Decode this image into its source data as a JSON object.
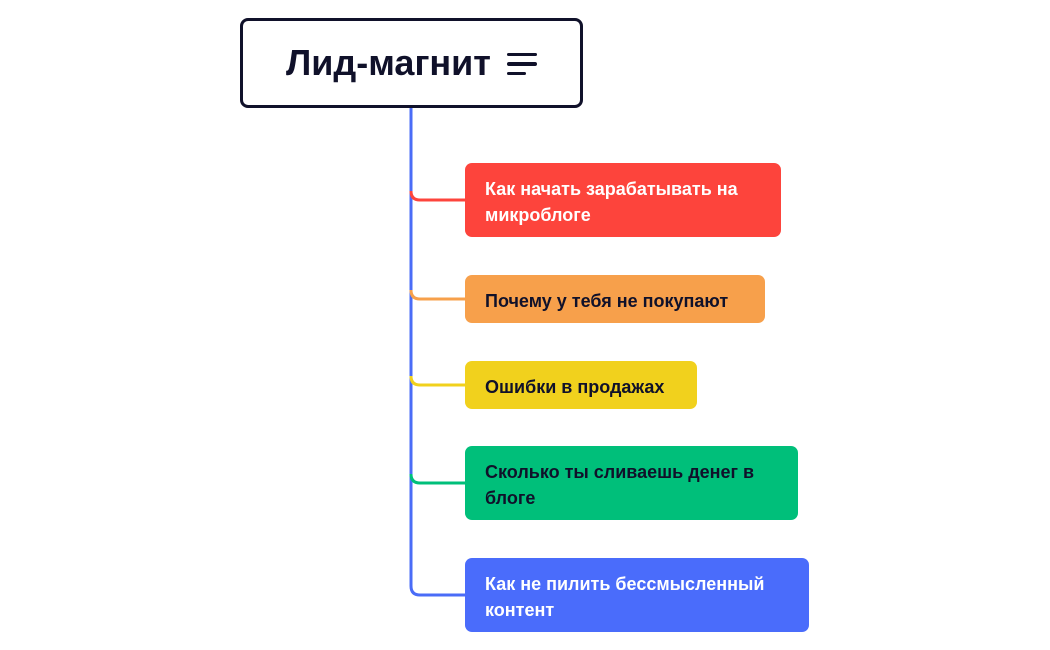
{
  "root": {
    "title": "Лид-магнит",
    "icon": "menu-lines-icon",
    "border_color": "#10112a"
  },
  "trunk_color": "#4a6cf7",
  "children": [
    {
      "label": "Как начать зарабатывать на микроблоге",
      "bg": "#fd443c",
      "text_color": "#ffffff",
      "connector_color": "#fd443c"
    },
    {
      "label": "Почему у тебя не покупают",
      "bg": "#f7a04b",
      "text_color": "#10112a",
      "connector_color": "#f7a04b"
    },
    {
      "label": "Ошибки в продажах",
      "bg": "#f1d11d",
      "text_color": "#10112a",
      "connector_color": "#f1d11d"
    },
    {
      "label": "Сколько ты сливаешь денег в блоге",
      "bg": "#00bf7a",
      "text_color": "#10112a",
      "connector_color": "#00bf7a"
    },
    {
      "label": "Как не пилить бессмысленный контент",
      "bg": "#4a6cfb",
      "text_color": "#ffffff",
      "connector_color": "#4a6cf7"
    }
  ]
}
